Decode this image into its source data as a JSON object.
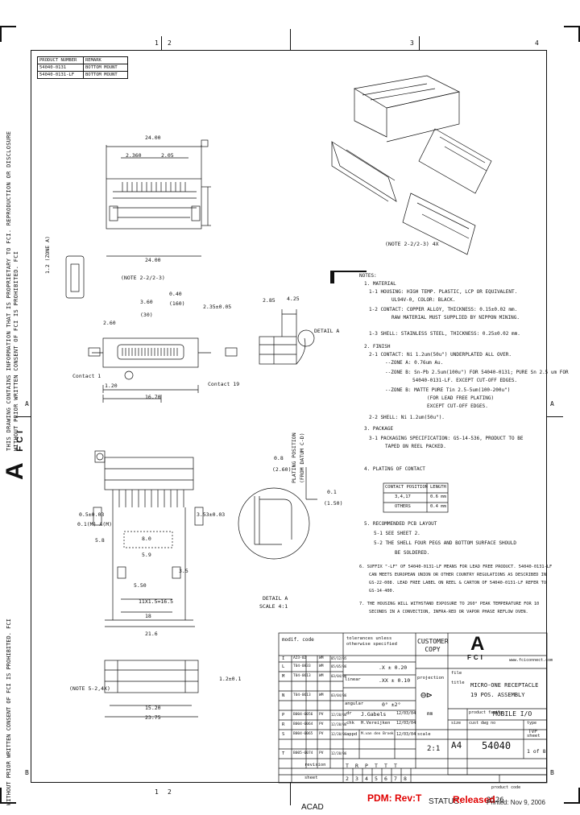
{
  "grid": {
    "top": [
      "1",
      "2",
      "3",
      "4"
    ],
    "bottom": [
      "1",
      "2"
    ],
    "left_letters": [
      "A",
      "B"
    ],
    "right_letters": [
      "A",
      "B"
    ]
  },
  "product_table": {
    "headers": [
      "PRODUCT NUMBER",
      "REMARK"
    ],
    "rows": [
      [
        "54040-0131",
        "BOTTOM MOUNT"
      ],
      [
        "54040-0131-LF",
        "BOTTOM MOUNT"
      ]
    ]
  },
  "side_text": {
    "line1": "THIS DRAWING CONTAINS INFORMATION THAT IS PROPRIETARY TO FCI. REPRODUCTION OR DISCLOSURE",
    "line2": "WITHOUT PRIOR WRITTEN CONSENT OF FCI IS PROHIBITED. FCI"
  },
  "logo": {
    "letter": "A",
    "name": "FCI"
  },
  "dims": {
    "d24a": "24.00",
    "d2360": "2.360",
    "d205": "2.05",
    "d24b": "24.00",
    "note22": "(NOTE 2-2/2-3)",
    "d040": "0.40",
    "d160": "(160)",
    "d360": "3.60",
    "d30": "(30)",
    "d235": "2.35±0.05",
    "d260": "2.60",
    "d120": "1.20",
    "d1670": "16.70",
    "contact1": "Contact 1",
    "contact19": "Contact 19",
    "d285": "2.85",
    "d425": "4.25",
    "detailA_ref": "DETAIL A",
    "zoneA": "1.2 (ZONE A)",
    "d08": "0.8",
    "d260b": "(2.60)",
    "plating": "PLATING POSITION",
    "from_datum": "(FROM DATUM C-D)",
    "d01": "0.1",
    "d150": "(1.50)",
    "detailA": "DETAIL A",
    "scale41": "SCALE 4:1",
    "d0503": "0.5±0.03",
    "d05pos": "0.1(M) A(M)",
    "d3531": "3.53±0.03",
    "d58": "5.8",
    "d80": "8.0",
    "d59": "5.9",
    "d35": "3.5",
    "d55": "5.50",
    "d12x": "11X1.5=16.5",
    "d18": "18",
    "d216": "21.6",
    "note52": "(NOTE 5-2,4X)",
    "d1520": "15.20",
    "d2375": "23.75",
    "d12h": "1.2±0.1",
    "note23": "(NOTE 2-2/2-3) 4X"
  },
  "notes": {
    "title": "NOTES:",
    "lines": [
      "1. MATERIAL",
      "1-1 HOUSING: HIGH TEMP. PLASTIC, LCP OR EQUIVALENT.",
      "UL94V-0, COLOR: BLACK.",
      "1-2 CONTACT: COPPER ALLOY, THICKNESS: 0.15±0.02 mm.",
      "RAW MATERIAL MUST SUPPLIED BY NIPPON MINING.",
      "1-3 SHELL: STAINLESS STEEL, THICKNESS: 0.25±0.02 mm.",
      "2. FINISH",
      "2-1 CONTACT: Ni 1.2um(50u\") UNDERPLATED ALL OVER.",
      "--ZONE A: 0.76um Au.",
      "--ZONE B: Sn-Pb 2.5um(100u\") FOR 54040-0131; PURE Sn 2.5 um FOR",
      "54040-0131-LF. EXCEPT CUT-OFF EDGES.",
      "--ZONE B: MATTE PURE Tin 2.5-5um(100-200u\")",
      "(FOR LEAD FREE PLATING)",
      "EXCEPT CUT-OFF EDGES.",
      "2-2 SHELL: Ni 1.2um(50u\").",
      "3. PACKAGE",
      "3-1 PACKAGING SPECIFICATION: GS-14-536, PRODUCT TO BE",
      "TAPED ON REEL PACKED.",
      "4. PLATING OF CONTACT"
    ],
    "plating_table": {
      "headers": [
        "CONTACT POSITION",
        "LENGTH"
      ],
      "rows": [
        [
          "3,4,17",
          "0.6 mm"
        ],
        [
          "OTHERS",
          "0.4 mm"
        ]
      ]
    },
    "lines2": [
      "5. RECOMMENDED PCB LAYOUT",
      "5-1 SEE SHEET 2.",
      "5-2 THE SHELL FOUR PEGS AND BOTTOM SURFACE SHOULD",
      "BE SOLDERED.",
      "6. SUFFIX \"-LF\" OF 54040-0131-LF MEANS FOR LEAD FREE PRODUCT. 54040-0131-LF",
      "CAN MEETS EUROPEAN UNION OR OTHER COUNTRY REGULATIONS AS DESCRIBED IN",
      "GS-22-008. LEAD FREE LABEL ON REEL & CARTON OF 54040-0131-LF REFER TO",
      "GS-14-400.",
      "7. THE HOUSING WILL WITHSTAND EXPOSURE TO 260° PEAK TEMPERATURE FOR 10",
      "SECONDS IN A CONVECTION, INFRA-RED OR VAPOR PHASE REFLOW OVEN."
    ]
  },
  "title_block": {
    "modif_code": "modif. code",
    "tolerances": "tolerances unless otherwise specified",
    "customer_copy": "CUSTOMER COPY",
    "tol_rows": [
      ".X ± 0.20",
      ".XX ± 0.10",
      "0° ±2°"
    ],
    "linear": "linear",
    "angular": "angular",
    "projection": "projection",
    "file": "file",
    "title_label": "title",
    "title1": "MICRO-ONE RECEPTACLE",
    "title2": "19 POS. ASSEMBLY",
    "product_family": "product family",
    "product_family_val": "MOBILE I/O",
    "size": "size",
    "cust_dwg": "cust dwg no",
    "type_label": "type",
    "type_val": "TVP",
    "part_no": "54040",
    "size_val": "A4",
    "scale_label": "scale",
    "scale_val": "2:1",
    "sheet_label": "sheet",
    "sheet_val": "1 of 8",
    "dr": "dr",
    "chk": "chk",
    "appd": "appd",
    "dr_name": "J.Gabels",
    "dr_date": "12/03/04",
    "chk_name": "H.Vereijken",
    "chk_date": "12/03/04",
    "appd_name": "M.van den Broek",
    "appd_date": "12/03/04",
    "mm": "mm",
    "revision_label": "revision",
    "sheet_row_label": "sheet",
    "revisions": [
      {
        "rev": "I",
        "eco": "A23-02",
        "by": "WM",
        "date": "05/12/05"
      },
      {
        "rev": "L",
        "eco": "T04-0833",
        "by": "WM",
        "date": "05/05/06"
      },
      {
        "rev": "M",
        "eco": "T04-0613",
        "by": "WM",
        "date": "03/04/06"
      },
      {
        "rev": "N",
        "eco": "T04-0613",
        "by": "WM",
        "date": "03/04/06"
      },
      {
        "rev": "P",
        "eco": "B004-0056",
        "by": "PV",
        "date": "12/20/06"
      },
      {
        "rev": "R",
        "eco": "B004-0064",
        "by": "PV",
        "date": "12/20/06"
      },
      {
        "rev": "S",
        "eco": "B004-0065",
        "by": "PV",
        "date": "12/20/06"
      },
      {
        "rev": "T",
        "eco": "B005-0074",
        "by": "PV",
        "date": "12/20/06"
      }
    ],
    "rev_letters": [
      "T",
      "R",
      "P",
      "T",
      "T",
      "T"
    ],
    "sheet_nums": [
      "2",
      "3",
      "4",
      "5",
      "6",
      "7",
      "8"
    ],
    "website": "www.fciconnect.com",
    "logo_letter": "A",
    "logo_name": "FCI",
    "prod_code": "product code",
    "prod_code_val": "2526"
  },
  "footer": {
    "acad": "ACAD",
    "pdm": "PDM: Rev:T",
    "status_label": "STATUS:",
    "status_val": "Released",
    "printed": "Printed: Nov 9, 2006"
  }
}
